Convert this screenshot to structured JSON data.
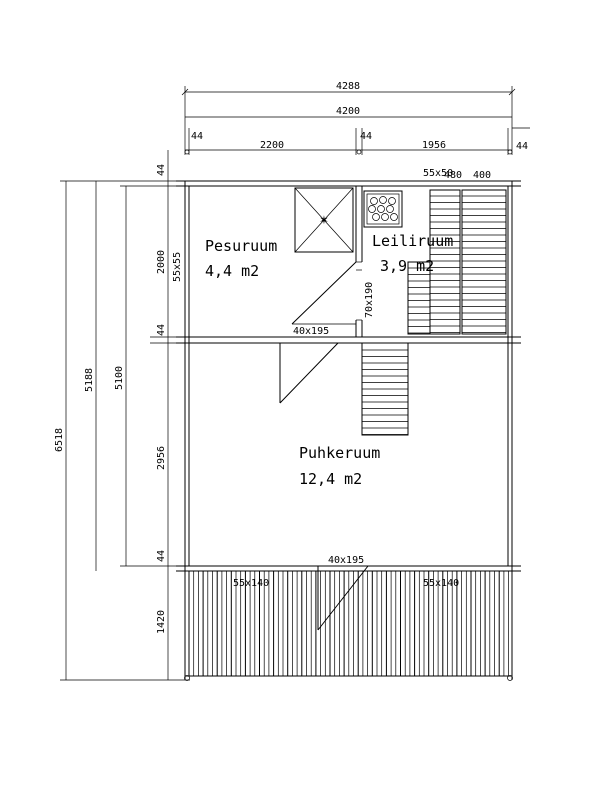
{
  "dims": {
    "total_outer": "4288",
    "total_inner": "4200",
    "left_wall": "44",
    "left_span": "2200",
    "mid_wall": "44",
    "right_span": "1956",
    "right_wall": "44",
    "h_wall_top": "44",
    "h_top_room": "2000",
    "h_mid_wall": "44",
    "h_big_room": "2956",
    "h_low_wall": "44",
    "h_terrace": "1420",
    "v_total": "6518",
    "v_outer": "5188",
    "v_inner": "5100"
  },
  "labels": {
    "beam_top_right": "55x50",
    "beam_top_right2": "480",
    "beam_top_right3": "400",
    "post_left": "55x55",
    "door_mid": "40x195",
    "door_sauna": "70x190",
    "door_main": "40x195",
    "beam_terrace_left": "55x140",
    "beam_terrace_right": "55x140"
  },
  "rooms": [
    {
      "name": "Pesuruum",
      "area": "4,4 m2"
    },
    {
      "name": "Leiliruum",
      "area": "3,9 m2"
    },
    {
      "name": "Puhkeruum",
      "area": "12,4 m2"
    }
  ]
}
